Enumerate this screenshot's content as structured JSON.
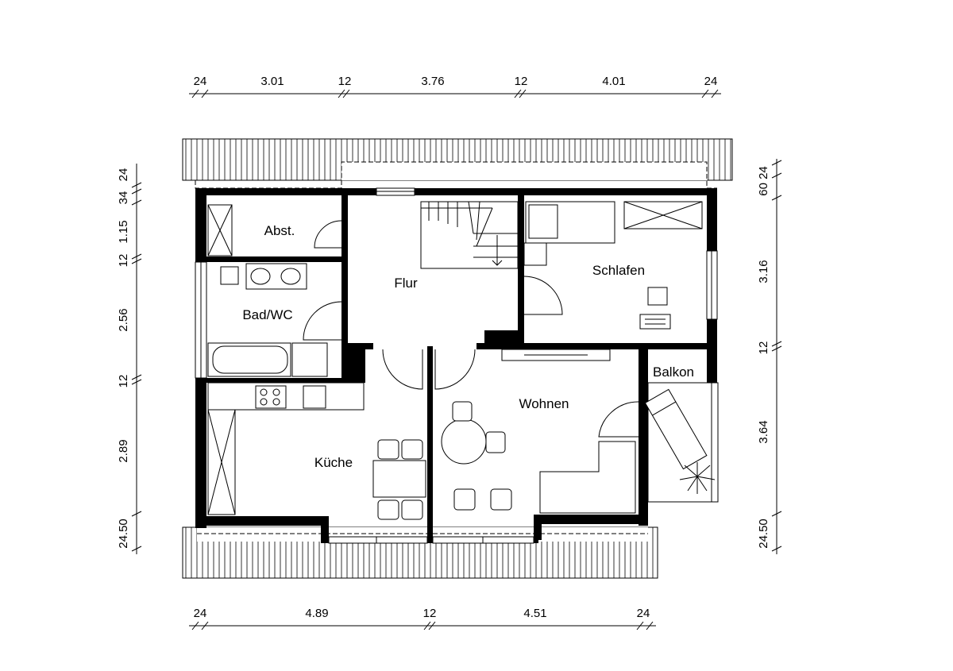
{
  "rooms": {
    "abst": "Abst.",
    "flur": "Flur",
    "schlafen": "Schlafen",
    "bad": "Bad/WC",
    "balkon": "Balkon",
    "wohnen": "Wohnen",
    "kueche": "Küche"
  },
  "dims_top": [
    "24",
    "3.01",
    "12",
    "3.76",
    "12",
    "4.01",
    "24"
  ],
  "dims_bottom": [
    "24",
    "4.89",
    "12",
    "4.51",
    "24"
  ],
  "dims_left": [
    "24",
    "34",
    "1.15",
    "12",
    "2.56",
    "12",
    "2.89",
    "24.50"
  ],
  "dims_right": [
    "60 24",
    "3.16",
    "12",
    "3.64",
    "24.50"
  ]
}
